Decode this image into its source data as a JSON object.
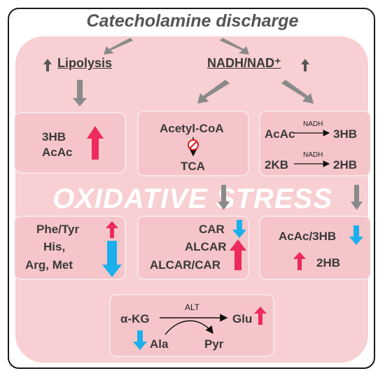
{
  "title": "Catecholamine discharge",
  "top_left": {
    "label": "Lipolysis"
  },
  "top_right": {
    "label": "NADH/NAD⁺"
  },
  "box_ketone": {
    "line1": "3HB",
    "line2": "AcAc"
  },
  "box_tca": {
    "line1": "Acetyl-CoA",
    "line2": "TCA"
  },
  "box_redox": {
    "r1_left": "AcAc",
    "r1_enzyme": "NADH",
    "r1_right": "3HB",
    "r2_left": "2KB",
    "r2_enzyme": "NADH",
    "r2_right": "2HB"
  },
  "banner": "OXIDATIVE STRESS",
  "box_amino": {
    "line1": "Phe/Tyr",
    "line2": "His,",
    "line3": "Arg, Met"
  },
  "box_carnitine": {
    "line1": "CAR",
    "line2": "ALCAR",
    "line3": "ALCAR/CAR"
  },
  "box_ratio": {
    "line1": "AcAc/3HB",
    "line2": "2HB"
  },
  "box_alt": {
    "left": "α-KG",
    "enzyme": "ALT",
    "right": "Glu",
    "bottom_left": "Ala",
    "bottom_right": "Pyr"
  },
  "colors": {
    "up_arrow": "#ec2a5c",
    "down_arrow": "#1ab0ec",
    "flow_arrow": "#8a8a8a",
    "background": "#f8cfd2"
  }
}
